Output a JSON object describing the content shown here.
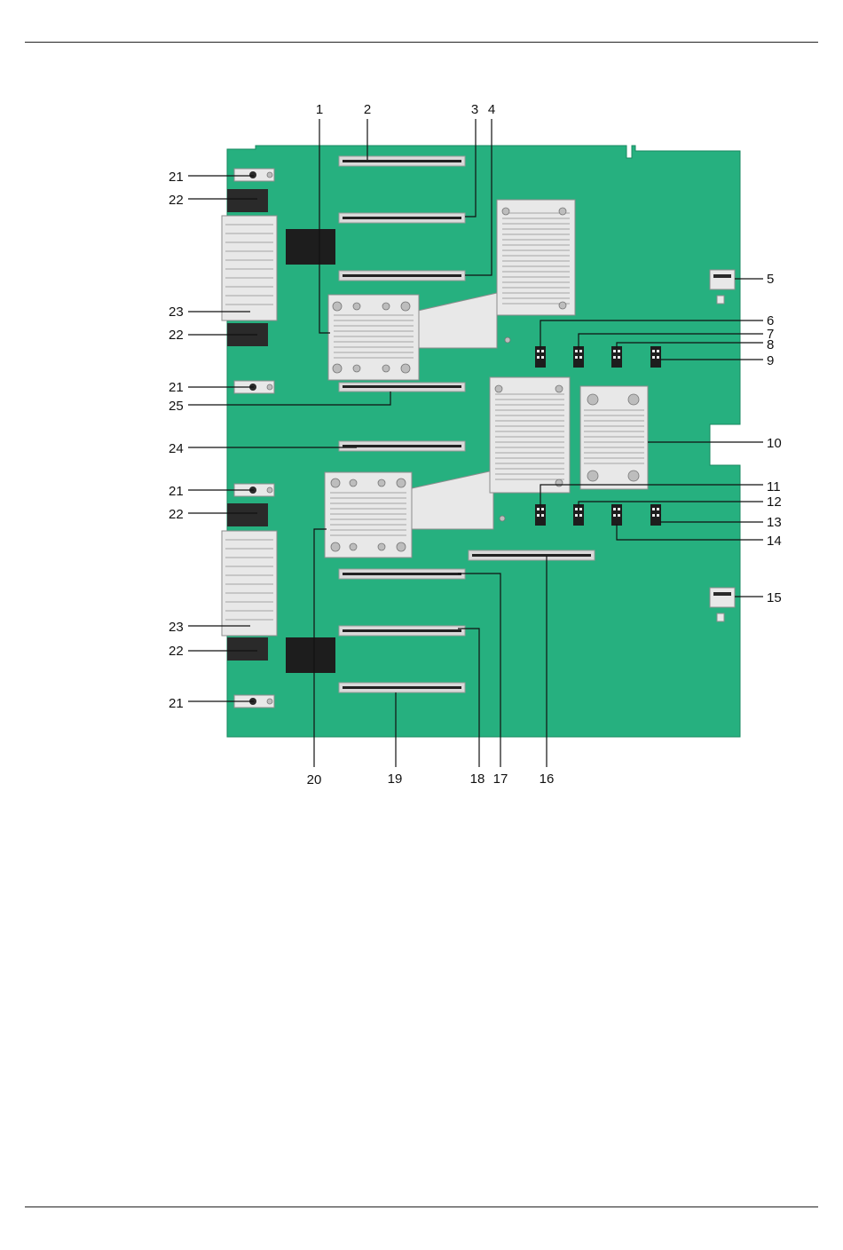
{
  "callouts": [
    {
      "id": "c1",
      "label": "1"
    },
    {
      "id": "c2",
      "label": "2"
    },
    {
      "id": "c3",
      "label": "3"
    },
    {
      "id": "c4",
      "label": "4"
    },
    {
      "id": "c5",
      "label": "5"
    },
    {
      "id": "c6",
      "label": "6"
    },
    {
      "id": "c7",
      "label": "7"
    },
    {
      "id": "c8",
      "label": "8"
    },
    {
      "id": "c9",
      "label": "9"
    },
    {
      "id": "c10",
      "label": "10"
    },
    {
      "id": "c11",
      "label": "11"
    },
    {
      "id": "c12",
      "label": "12"
    },
    {
      "id": "c13",
      "label": "13"
    },
    {
      "id": "c14",
      "label": "14"
    },
    {
      "id": "c15",
      "label": "15"
    },
    {
      "id": "c16",
      "label": "16"
    },
    {
      "id": "c17",
      "label": "17"
    },
    {
      "id": "c18",
      "label": "18"
    },
    {
      "id": "c19",
      "label": "19"
    },
    {
      "id": "c20",
      "label": "20"
    },
    {
      "id": "c21a",
      "label": "21"
    },
    {
      "id": "c21b",
      "label": "21"
    },
    {
      "id": "c21c",
      "label": "21"
    },
    {
      "id": "c21d",
      "label": "21"
    },
    {
      "id": "c22a",
      "label": "22"
    },
    {
      "id": "c22b",
      "label": "22"
    },
    {
      "id": "c22c",
      "label": "22"
    },
    {
      "id": "c22d",
      "label": "22"
    },
    {
      "id": "c23a",
      "label": "23"
    },
    {
      "id": "c23b",
      "label": "23"
    },
    {
      "id": "c24",
      "label": "24"
    },
    {
      "id": "c25",
      "label": "25"
    }
  ],
  "colors": {
    "board": "#26b07f",
    "slot": "#d9d9d9",
    "heatsink": "#e8e8e8",
    "connector": "#1d1d1d"
  }
}
